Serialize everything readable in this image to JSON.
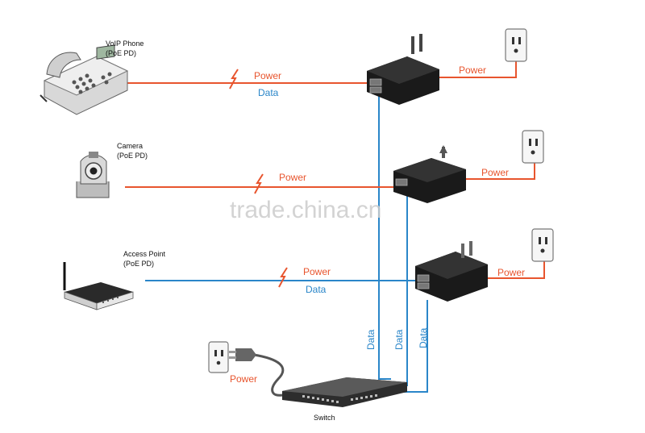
{
  "devices": {
    "voip": {
      "name": "VoIP Phone",
      "type": "(PoE PD)"
    },
    "camera": {
      "name": "Camera",
      "type": "(PoE PD)"
    },
    "ap": {
      "name": "Access Point",
      "type": "(PoE PD)"
    },
    "switch": {
      "name": "Switch"
    }
  },
  "labels": {
    "power": "Power",
    "data": "Data"
  },
  "watermark": "trade.china.cn",
  "colors": {
    "power_line": "#e8552e",
    "power_text": "#e8552e",
    "data_line": "#2a86c9",
    "data_text": "#2a86c9",
    "device_dark": "#1a1a1a"
  }
}
